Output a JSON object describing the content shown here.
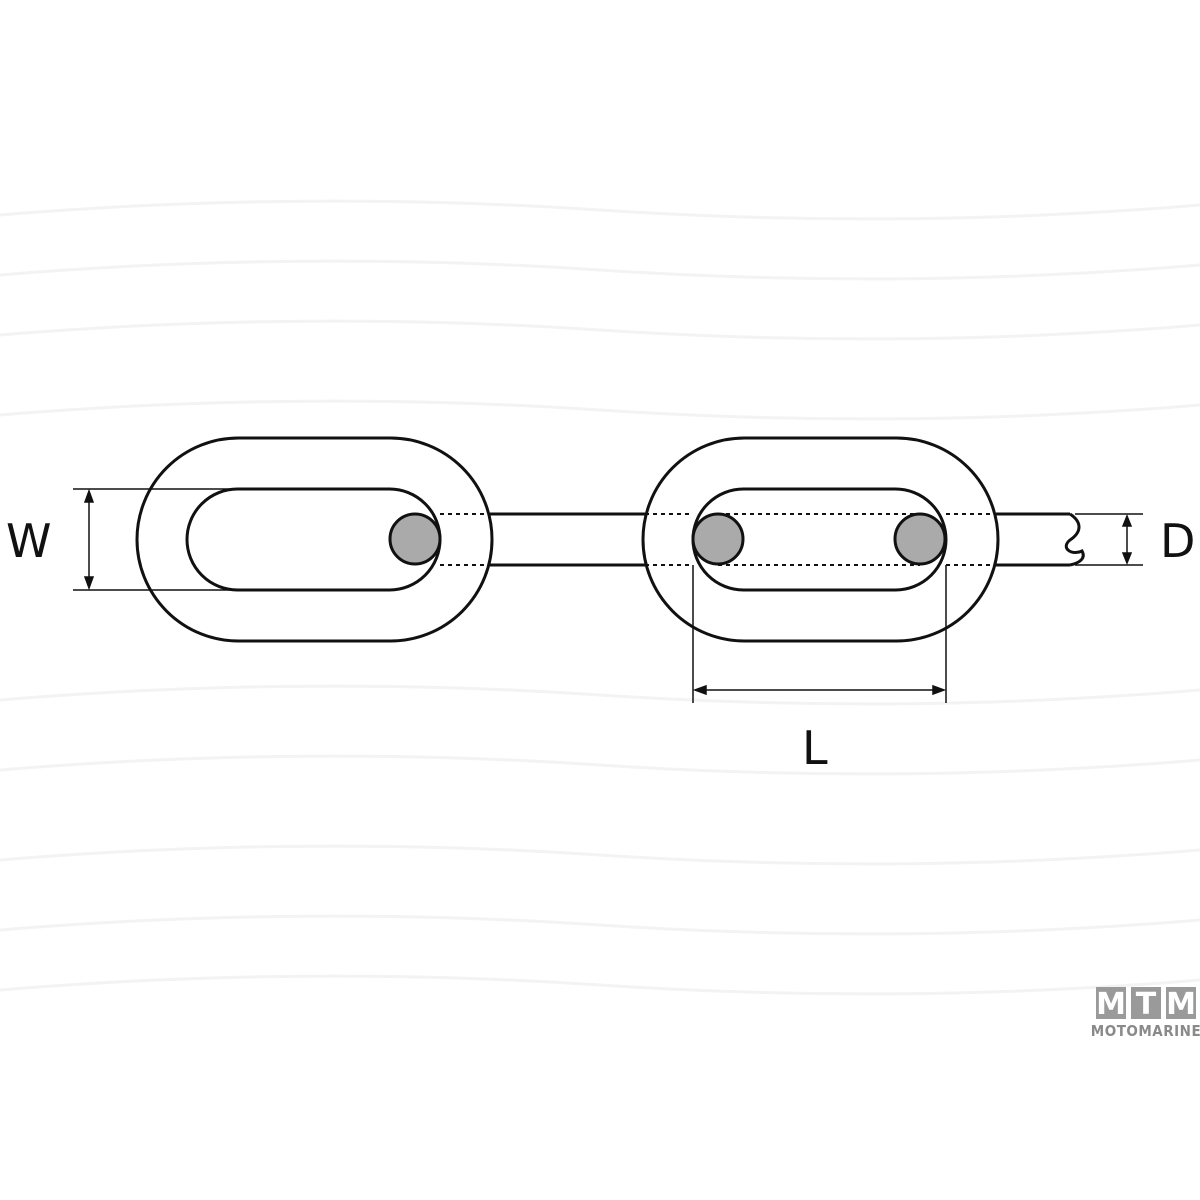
{
  "labels": {
    "width": "W",
    "diameter": "D",
    "length": "L"
  },
  "logo": {
    "letters": [
      "M",
      "T",
      "M"
    ],
    "name": "MOTOMARINE"
  },
  "colors": {
    "line": "#111111",
    "section_fill": "#aaaaaa",
    "logo_fill": "#9a9a9a"
  }
}
